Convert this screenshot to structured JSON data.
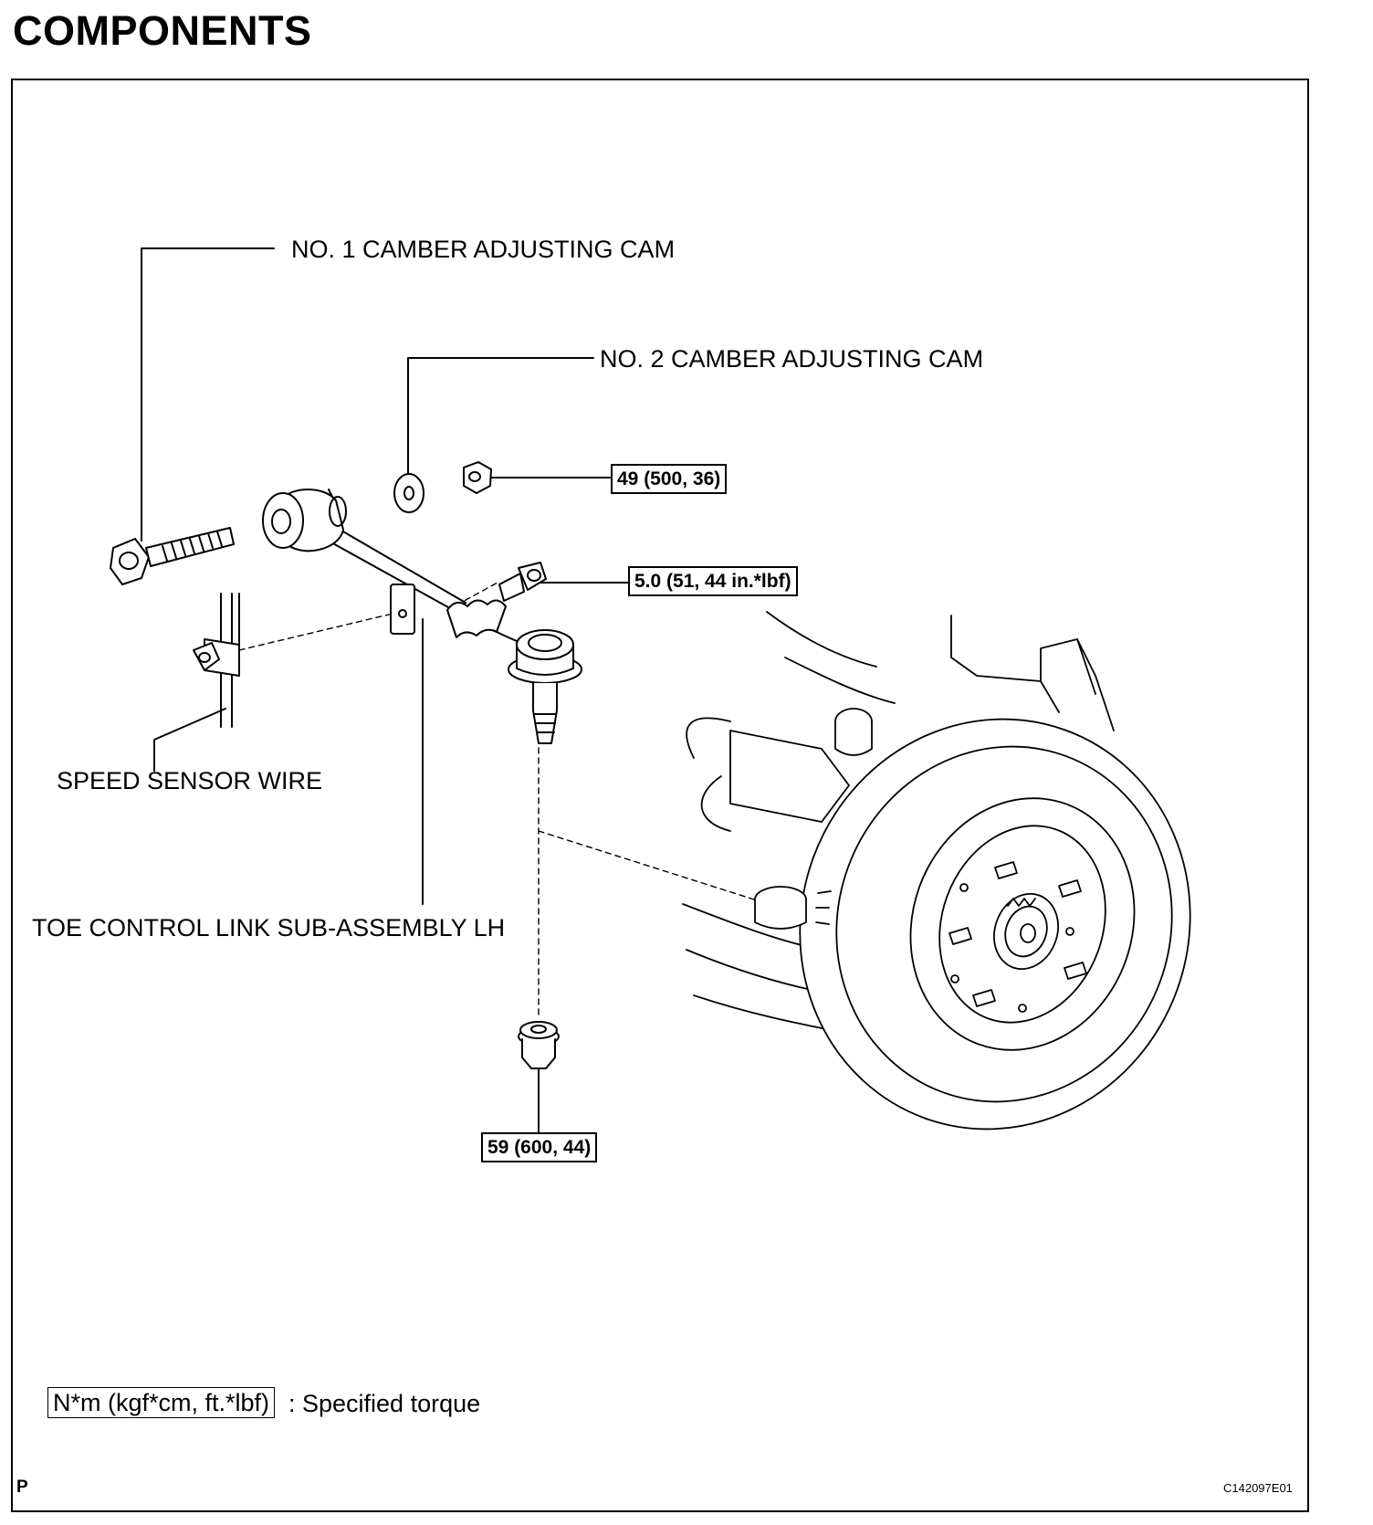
{
  "page": {
    "title": "COMPONENTS"
  },
  "labels": {
    "camber_cam_1": "NO. 1 CAMBER ADJUSTING CAM",
    "camber_cam_2": "NO. 2 CAMBER ADJUSTING CAM",
    "speed_sensor_wire": "SPEED SENSOR WIRE",
    "toe_control_link": "TOE CONTROL LINK SUB-ASSEMBLY LH"
  },
  "torque_specs": {
    "cam_nut": "49 (500, 36)",
    "sensor_bolt": "5.0 (51, 44 in.*lbf)",
    "ball_joint_nut": "59 (600, 44)"
  },
  "legend": {
    "unit_box": "N*m (kgf*cm, ft.*lbf)",
    "description": ": Specified torque"
  },
  "footer": {
    "section": "P",
    "figure_id": "C142097E01"
  },
  "icons": [
    "bolt-icon",
    "cam-washer-icon",
    "nut-icon",
    "toe-control-link-icon",
    "sensor-bolt-icon",
    "speed-sensor-clamp-icon",
    "ball-joint-nut-icon",
    "brake-rotor-hub-icon"
  ]
}
